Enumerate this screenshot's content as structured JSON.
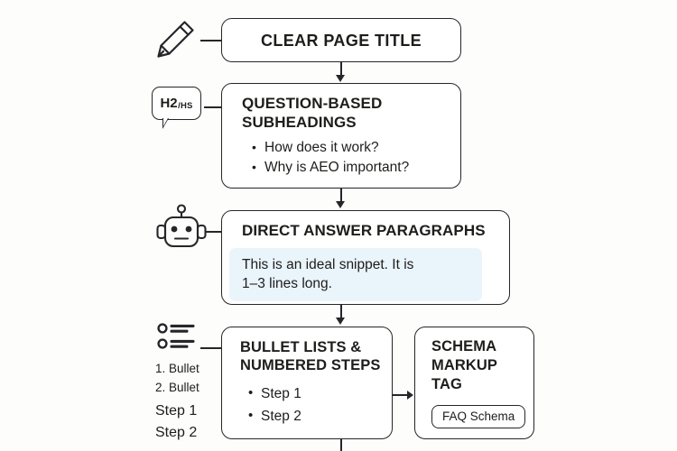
{
  "page": {
    "background": "#fdfdfc",
    "stroke": "#26262a",
    "snippet_highlight": "#eaf4fb"
  },
  "nodes": {
    "title_block": {
      "icon": "pencil-icon",
      "title": "CLEAR PAGE TITLE"
    },
    "subheadings_block": {
      "icon": "h2-speech-bubble-icon",
      "icon_text": "H2",
      "icon_sub_text": "/HS",
      "title_line1": "QUESTION-BASED",
      "title_line2": "SUBHEADINGS",
      "bullets": [
        "How does it work?",
        "Why is AEO important?"
      ]
    },
    "answer_block": {
      "icon": "robot-icon",
      "title": "DIRECT ANSWER PARAGRAPHS",
      "snippet_line1": "This is an ideal snippet. It is",
      "snippet_line2": "1–3 lines long."
    },
    "bullets_block": {
      "icon": "bullet-list-icon",
      "title_line1": "BULLET LISTS &",
      "title_line2": "NUMBERED STEPS",
      "items": [
        "Step 1",
        "Step 2"
      ],
      "rail_numbered": [
        "1. Bullet",
        "2. Bullet"
      ],
      "rail_steps": [
        "Step 1",
        "Step 2"
      ]
    },
    "schema_block": {
      "title_line1": "SCHEMA",
      "title_line2": "MARKUP",
      "title_line3": "TAG",
      "pill_label": "FAQ Schema"
    }
  }
}
